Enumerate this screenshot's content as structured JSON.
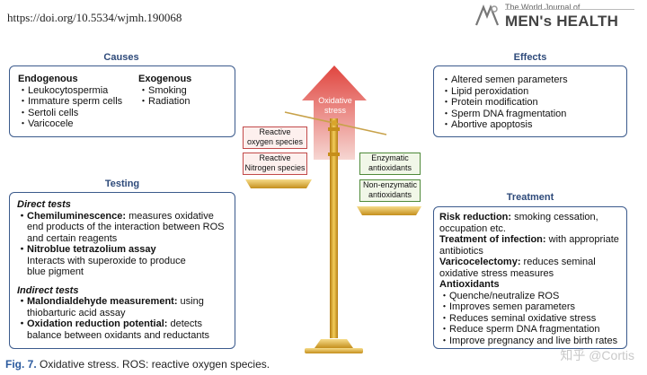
{
  "header": {
    "doi": "https://doi.org/10.5534/wjmh.190068",
    "journal_small": "The World Journal of",
    "journal_big": "MEN's HEALTH"
  },
  "causes": {
    "title": "Causes",
    "endogenous_title": "Endogenous",
    "endogenous_items": [
      "・Leukocytospermia",
      "・Immature sperm cells",
      "・Sertoli cells",
      "・Varicocele"
    ],
    "exogenous_title": "Exogenous",
    "exogenous_items": [
      "・Smoking",
      "・Radiation"
    ]
  },
  "effects": {
    "title": "Effects",
    "items": [
      "・Altered semen parameters",
      "・Lipid peroxidation",
      "・Protein modification",
      "・Sperm DNA fragmentation",
      "・Abortive apoptosis"
    ]
  },
  "testing": {
    "title": "Testing",
    "direct_title": "Direct tests",
    "chemi_bold": "・Chemiluminescence:",
    "chemi_text": " measures oxidative",
    "chemi_cont1": "end products of the interaction between ROS",
    "chemi_cont2": "and certain reagents",
    "nbt_bold": "・Nitroblue tetrazolium assay",
    "nbt_cont1": "Interacts with superoxide to produce",
    "nbt_cont2": "blue pigment",
    "indirect_title": "Indirect tests",
    "mda_bold": "・Malondialdehyde measurement:",
    "mda_text": " using",
    "mda_cont": "thiobarturic acid assay",
    "orp_bold": "・Oxidation reduction potential:",
    "orp_text": " detects",
    "orp_cont": "balance between oxidants and reductants"
  },
  "treatment": {
    "title": "Treatment",
    "risk_bold": "Risk reduction:",
    "risk_text": " smoking cessation,",
    "risk_cont": "occupation etc.",
    "infection_bold": "Treatment of infection:",
    "infection_text": " with appropriate",
    "infection_cont": "antibiotics",
    "varico_bold": "Varicocelectomy:",
    "varico_text": " reduces seminal",
    "varico_cont": "oxidative stress measures",
    "antiox_title": "Antioxidants",
    "antiox_items": [
      "・Quenche/neutralize ROS",
      "・Improves semen parameters",
      "・Reduces seminal oxidative stress",
      "・Reduce sperm DNA fragmentation",
      "・Improve pregnancy and live birth rates"
    ]
  },
  "scale": {
    "arrow_label_1": "Oxidative",
    "arrow_label_2": "stress",
    "ros_1": "Reactive",
    "ros_2": "oxygen species",
    "rns_1": "Reactive",
    "rns_2": "Nitrogen species",
    "enz_1": "Enzymatic",
    "enz_2": "antioxidants",
    "nonenz_1": "Non-enzymatic",
    "nonenz_2": "antioxidants",
    "colors": {
      "arrow": "#d9534f",
      "ros_border": "#c24a4a",
      "antiox_border": "#4f8a3a",
      "gold": "#d9a52b"
    }
  },
  "caption": {
    "fig_label": "Fig. 7.",
    "text": " Oxidative stress. ROS: reactive oxygen species."
  },
  "watermark": "知乎 @Cortis"
}
